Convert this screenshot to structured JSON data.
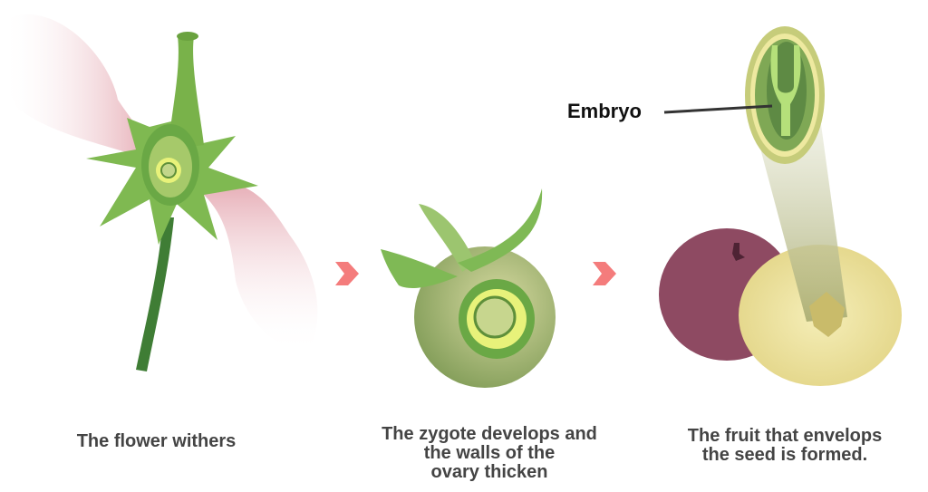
{
  "stages": [
    {
      "caption": "The flower withers"
    },
    {
      "caption_lines": [
        "The zygote develops and",
        "the walls of the",
        "ovary thicken"
      ]
    },
    {
      "caption_lines": [
        "The fruit that envelops",
        "the seed is formed."
      ]
    }
  ],
  "label": {
    "embryo": "Embryo"
  },
  "colors": {
    "arrow": "#f47c7c",
    "leaf": "#6fae3f",
    "ovary": "#9aab6a",
    "apple": "#8e4a62",
    "fruit_flesh": "#ece29a",
    "petal": "#e8a8b0"
  }
}
